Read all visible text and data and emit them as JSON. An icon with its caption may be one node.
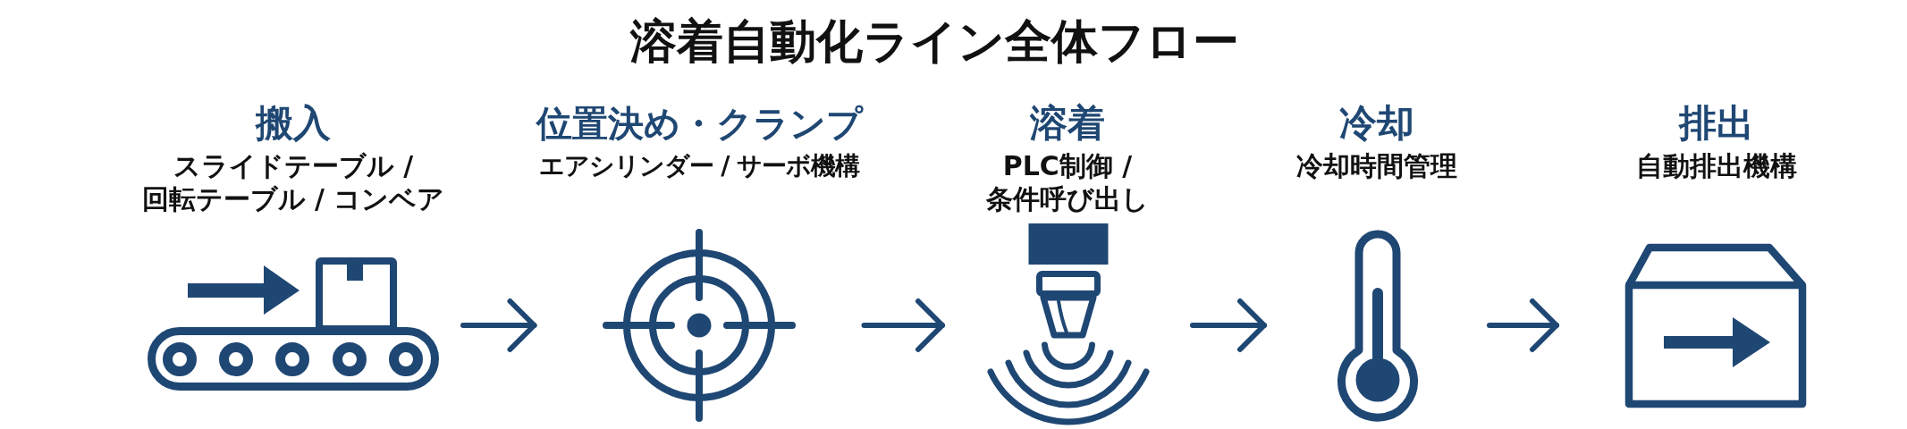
{
  "diagram": {
    "title": "溶着自動化ライン全体フロー",
    "nodes": [
      {
        "text": [
          "搬入",
          "スライドテーブル / 回転テーブル / コンベア"
        ]
      },
      {
        "text": [
          "位置決め・クランプ",
          "エアシリンダー / サーボ機構"
        ]
      },
      {
        "text": [
          "溶着",
          "PLC制御 / 条件呼び出し"
        ]
      },
      {
        "text": [
          "冷却",
          "冷却時間管理"
        ]
      },
      {
        "text": [
          "排出",
          "自動排出機構"
        ]
      }
    ],
    "edges": [
      {
        "from": 0,
        "to": 1,
        "arrow": "to"
      },
      {
        "from": 1,
        "to": 2,
        "arrow": "to"
      },
      {
        "from": 2,
        "to": 3,
        "arrow": "to"
      },
      {
        "from": 3,
        "to": 4,
        "arrow": "to"
      }
    ]
  }
}
